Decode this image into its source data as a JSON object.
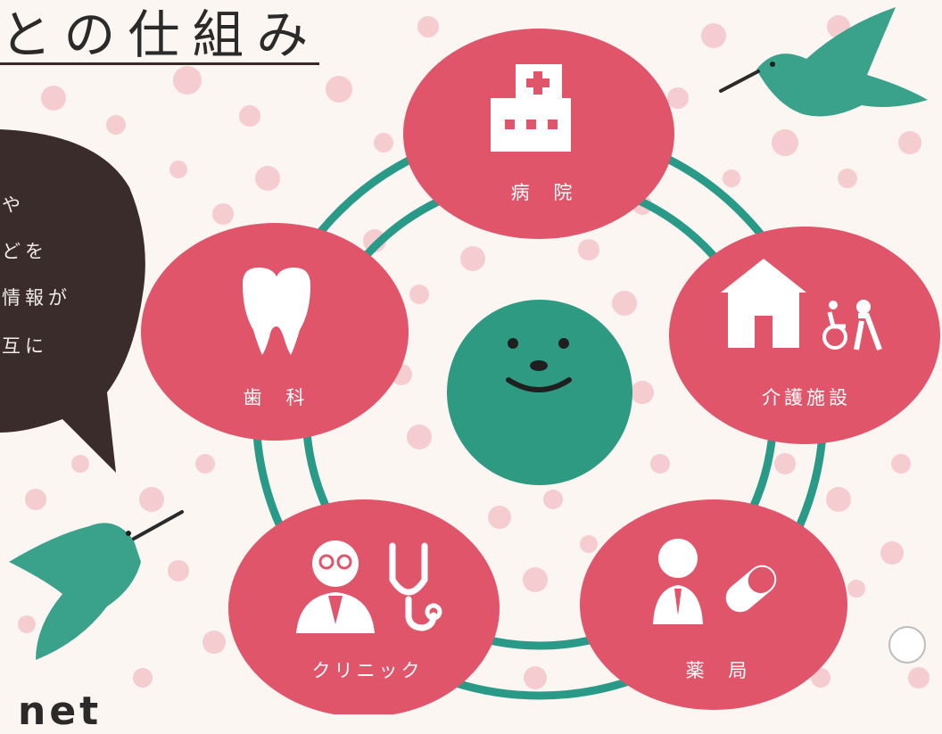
{
  "heading": {
    "title": "との仕組み"
  },
  "speech_bubble": {
    "lines": [
      "や",
      "どを",
      "情報が",
      "互に"
    ]
  },
  "nodes": {
    "hospital": "病 院",
    "dental": "歯 科",
    "care": "介護施設",
    "clinic": "クリニック",
    "pharmacy": "薬 局"
  },
  "footer": {
    "partial_text": "net"
  },
  "colors": {
    "node": "#e0556a",
    "ring": "#2a9a88",
    "face": "#2e9a82",
    "bubble": "#3b2c2c",
    "bird": "#3aa28a",
    "dot": "#f2b8bf"
  }
}
